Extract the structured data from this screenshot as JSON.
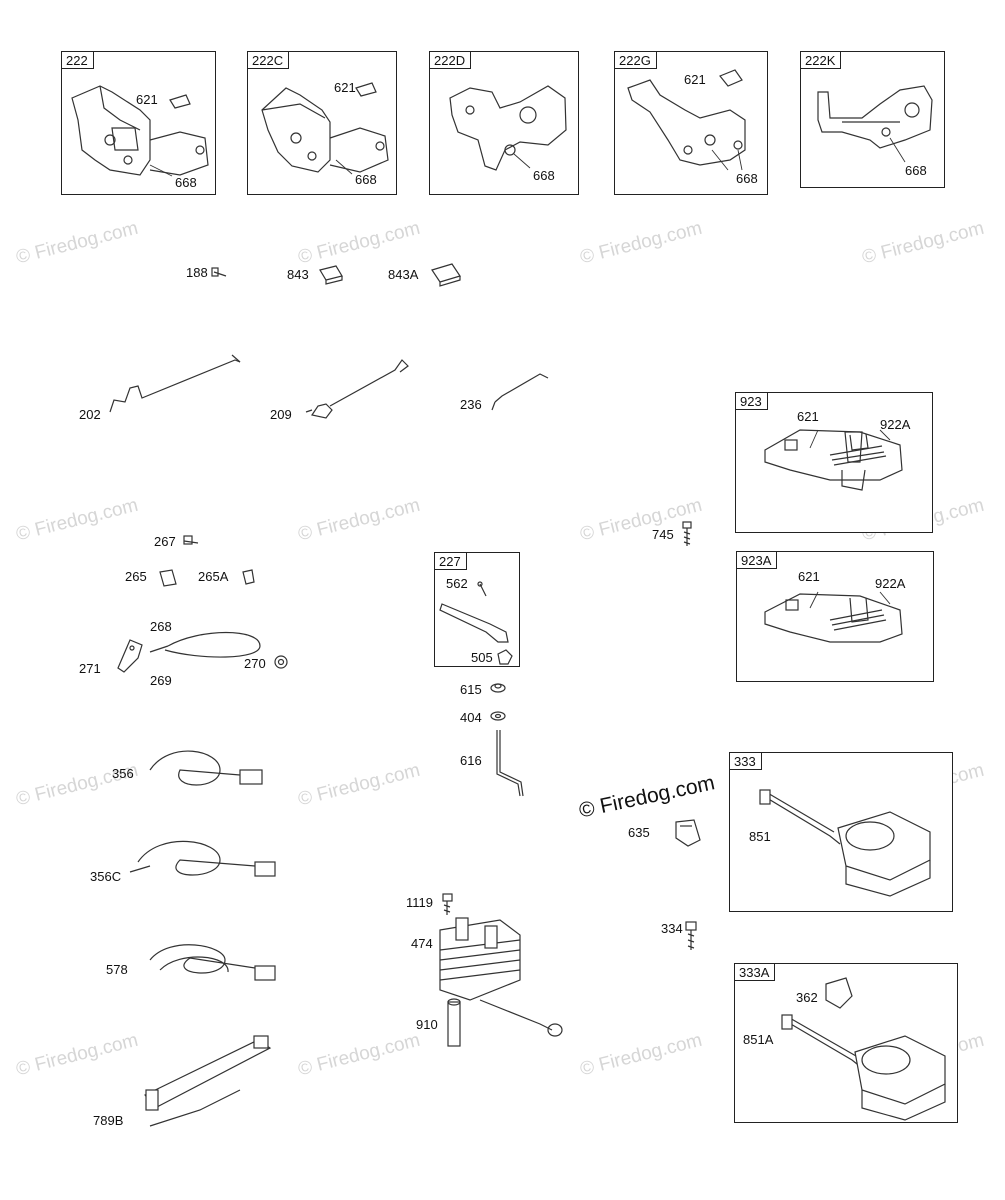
{
  "watermark": {
    "text": "© Firedog.com",
    "main": "© Firedog.com"
  },
  "boxes": {
    "b222": "222",
    "b222C": "222C",
    "b222D": "222D",
    "b222G": "222G",
    "b222K": "222K",
    "b923": "923",
    "b923A": "923A",
    "b227": "227",
    "b333": "333",
    "b333A": "333A"
  },
  "labels": {
    "l621_222": "621",
    "l668_222": "668",
    "l621_222C": "621",
    "l668_222C": "668",
    "l668_222D": "668",
    "l621_222G": "621",
    "l668_222G": "668",
    "l668_222K": "668",
    "l188": "188",
    "l843": "843",
    "l843A": "843A",
    "l202": "202",
    "l209": "209",
    "l236": "236",
    "l621_923": "621",
    "l922A_923": "922A",
    "l745": "745",
    "l621_923A": "621",
    "l922A_923A": "922A",
    "l267": "267",
    "l265": "265",
    "l265A": "265A",
    "l268": "268",
    "l271": "271",
    "l269": "269",
    "l270": "270",
    "l562": "562",
    "l505": "505",
    "l615": "615",
    "l404": "404",
    "l616": "616",
    "l356": "356",
    "l356C": "356C",
    "l578": "578",
    "l789B": "789B",
    "l1119": "1119",
    "l474": "474",
    "l910": "910",
    "l635": "635",
    "l851": "851",
    "l334": "334",
    "l362": "362",
    "l851A": "851A"
  }
}
